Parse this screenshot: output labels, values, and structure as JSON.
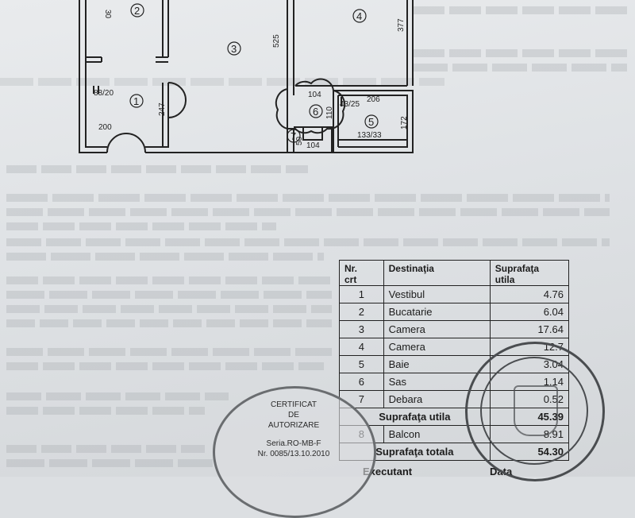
{
  "plan": {
    "rooms": [
      "1",
      "2",
      "3",
      "4",
      "5",
      "6",
      "7"
    ],
    "dims": {
      "d30": "30",
      "d525": "525",
      "d377": "377",
      "d247": "247",
      "d8820": "88/20",
      "d200": "200",
      "d104a": "104",
      "d110": "110",
      "d4325": "43/25",
      "d206": "206",
      "d172": "172",
      "d50": "50",
      "d104b": "104",
      "d13333": "133/33"
    }
  },
  "table": {
    "headers": {
      "nr": "Nr.\ncrt",
      "dest": "Destinaţia",
      "supr": "Suprafaţa\nutila"
    },
    "rows": [
      {
        "nr": "1",
        "dest": "Vestibul",
        "val": "4.76"
      },
      {
        "nr": "2",
        "dest": "Bucatarie",
        "val": "6.04"
      },
      {
        "nr": "3",
        "dest": "Camera",
        "val": "17.64"
      },
      {
        "nr": "4",
        "dest": "Camera",
        "val": "12.7"
      },
      {
        "nr": "5",
        "dest": "Baie",
        "val": "3.04"
      },
      {
        "nr": "6",
        "dest": "Sas",
        "val": "1.14"
      },
      {
        "nr": "7",
        "dest": "Debara",
        "val": "0.52"
      }
    ],
    "total_util_label": "Suprafaţa utila",
    "total_util_value": "45.39",
    "balcon": {
      "nr": "8",
      "dest": "Balcon",
      "val": "8.91"
    },
    "total_label": "Suprafaţa totala",
    "total_value": "54.30",
    "executant_label": "Executant",
    "data_label": "Data"
  },
  "stamp_cert": {
    "line1": "CERTIFICAT",
    "line2": "DE",
    "line3": "AUTORIZARE",
    "line4": "Seria.RO-MB-F",
    "line5": "Nr. 0085/13.10.2010"
  }
}
